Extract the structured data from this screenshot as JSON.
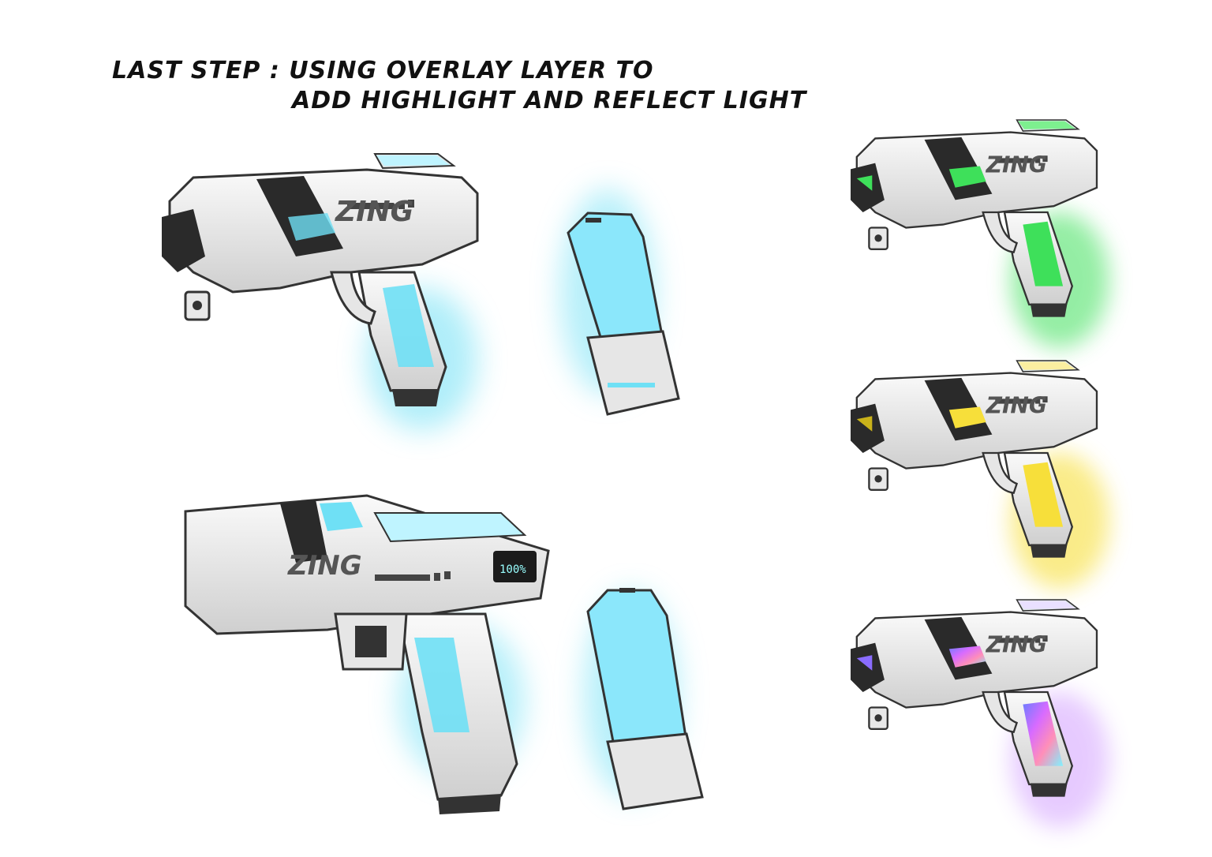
{
  "headline": {
    "line1": "LAST STEP : USING OVERLAY LAYER TO",
    "line2": "ADD HIGHLIGHT AND REFLECT LIGHT"
  },
  "brand_text": "ZING",
  "display_readout": "100%",
  "colors": {
    "cyan": "#6fe0f5",
    "green": "#3ee05a",
    "yellow": "#f7df3a",
    "rainbow": "#c98cff",
    "body_white": "#f2f2f2",
    "body_grey": "#b9b9b9",
    "body_dark": "#2a2a2a"
  },
  "variants": [
    {
      "name": "cyan-main",
      "color": "cyan"
    },
    {
      "name": "cyan-side",
      "color": "cyan"
    },
    {
      "name": "green",
      "color": "green"
    },
    {
      "name": "yellow",
      "color": "yellow"
    },
    {
      "name": "rainbow",
      "color": "rainbow"
    }
  ]
}
